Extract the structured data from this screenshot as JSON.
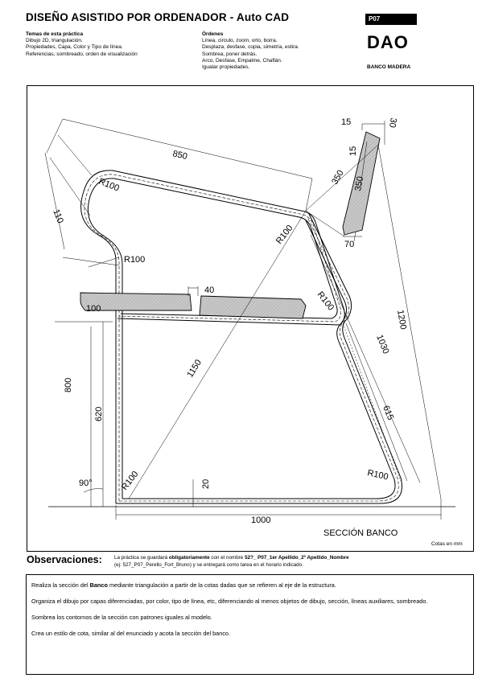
{
  "header": {
    "title": "DISEÑO ASISTIDO POR ORDENADOR - Auto CAD",
    "code": "P07",
    "logo": "DAO",
    "subtitle": "BANCO MADERA"
  },
  "temas": {
    "heading": "Temas de esta práctica",
    "lines": [
      "Dibujo 2D, triangulación.",
      "Propiedades, Capa, Color y Tipo de línea.",
      "Referencias, sombreado, orden de visualización"
    ]
  },
  "ordenes": {
    "heading": "Órdenes",
    "lines": [
      "Línea, circulo, zoom, orto, borra.",
      "Desplaza, desfase, copia, simetría, estira.",
      "Sombrea, poner detrás.",
      "Arco, Desfase, Empalme, Chaflán.",
      "Igualar propiedades."
    ]
  },
  "drawing": {
    "dims": {
      "d850": "850",
      "d110": "110",
      "r100": "R100",
      "d40": "40",
      "d100": "100",
      "d350": "350",
      "d15": "15",
      "d30": "30",
      "d70": "70",
      "d1200": "1200",
      "d1030": "1030",
      "d1150": "1150",
      "d615": "615",
      "d800": "800",
      "d620": "620",
      "d20": "20",
      "d1000": "1000",
      "a90": "90°"
    },
    "section_label": "SECCIÓN BANCO",
    "units_note": "Cotas en mm"
  },
  "observaciones": {
    "title": "Observaciones:",
    "line1_pre": "La práctica se guardará ",
    "line1_bold1": "obligatoriamente",
    "line1_mid": " con el nombre ",
    "line1_bold2": "52?_ P07_1er Apellido_2º Apellido_Nombre",
    "line2": "(ej: 527_P07_Perello_Fort_Bruno) y se entregará como tarea en el horario indicado."
  },
  "instructions": {
    "p1_pre": "Realiza la sección del ",
    "p1_bold": "Banco",
    "p1_post": " mediante triangulación a partir de la cotas dadas que se refieren al eje de la estructura.",
    "p2": "Organiza el dibujo por capas diferenciadas, por  color, tipo de línea, etc, diferenciando al menos objetos de dibujo, sección, líneas auxiliares, sombreado.",
    "p3": "Sombrea los contornos de la sección con patrones iguales al modelo.",
    "p4": "Crea un estilo de cota, similar al del enunciado y acota la sección del banco."
  }
}
